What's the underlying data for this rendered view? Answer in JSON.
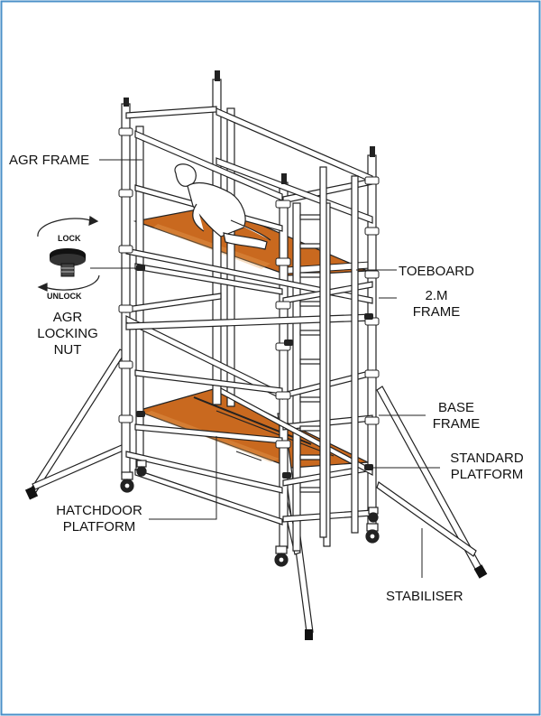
{
  "colors": {
    "border": "#4a90c8",
    "frame": "#222222",
    "tube_fill": "#ffffff",
    "platform": "#c9691f",
    "platform_light": "#e8a35a"
  },
  "labels": {
    "agr_frame": "AGR FRAME",
    "lock": "LOCK",
    "unlock": "UNLOCK",
    "agr_locking_nut": [
      "AGR",
      "LOCKING",
      "NUT"
    ],
    "toeboard": "TOEBOARD",
    "two_m_frame": [
      "2.M",
      "FRAME"
    ],
    "base_frame": [
      "BASE",
      "FRAME"
    ],
    "standard_platform": [
      "STANDARD",
      "PLATFORM"
    ],
    "hatchdoor_platform": [
      "HATCHDOOR",
      "PLATFORM"
    ],
    "stabiliser": "STABILISER"
  },
  "icons": {
    "locking_nut": "locking-nut-icon",
    "rotate_arrows": "rotate-arrow-icon",
    "castor": "castor-wheel-icon",
    "worker": "worker-figure-icon"
  }
}
